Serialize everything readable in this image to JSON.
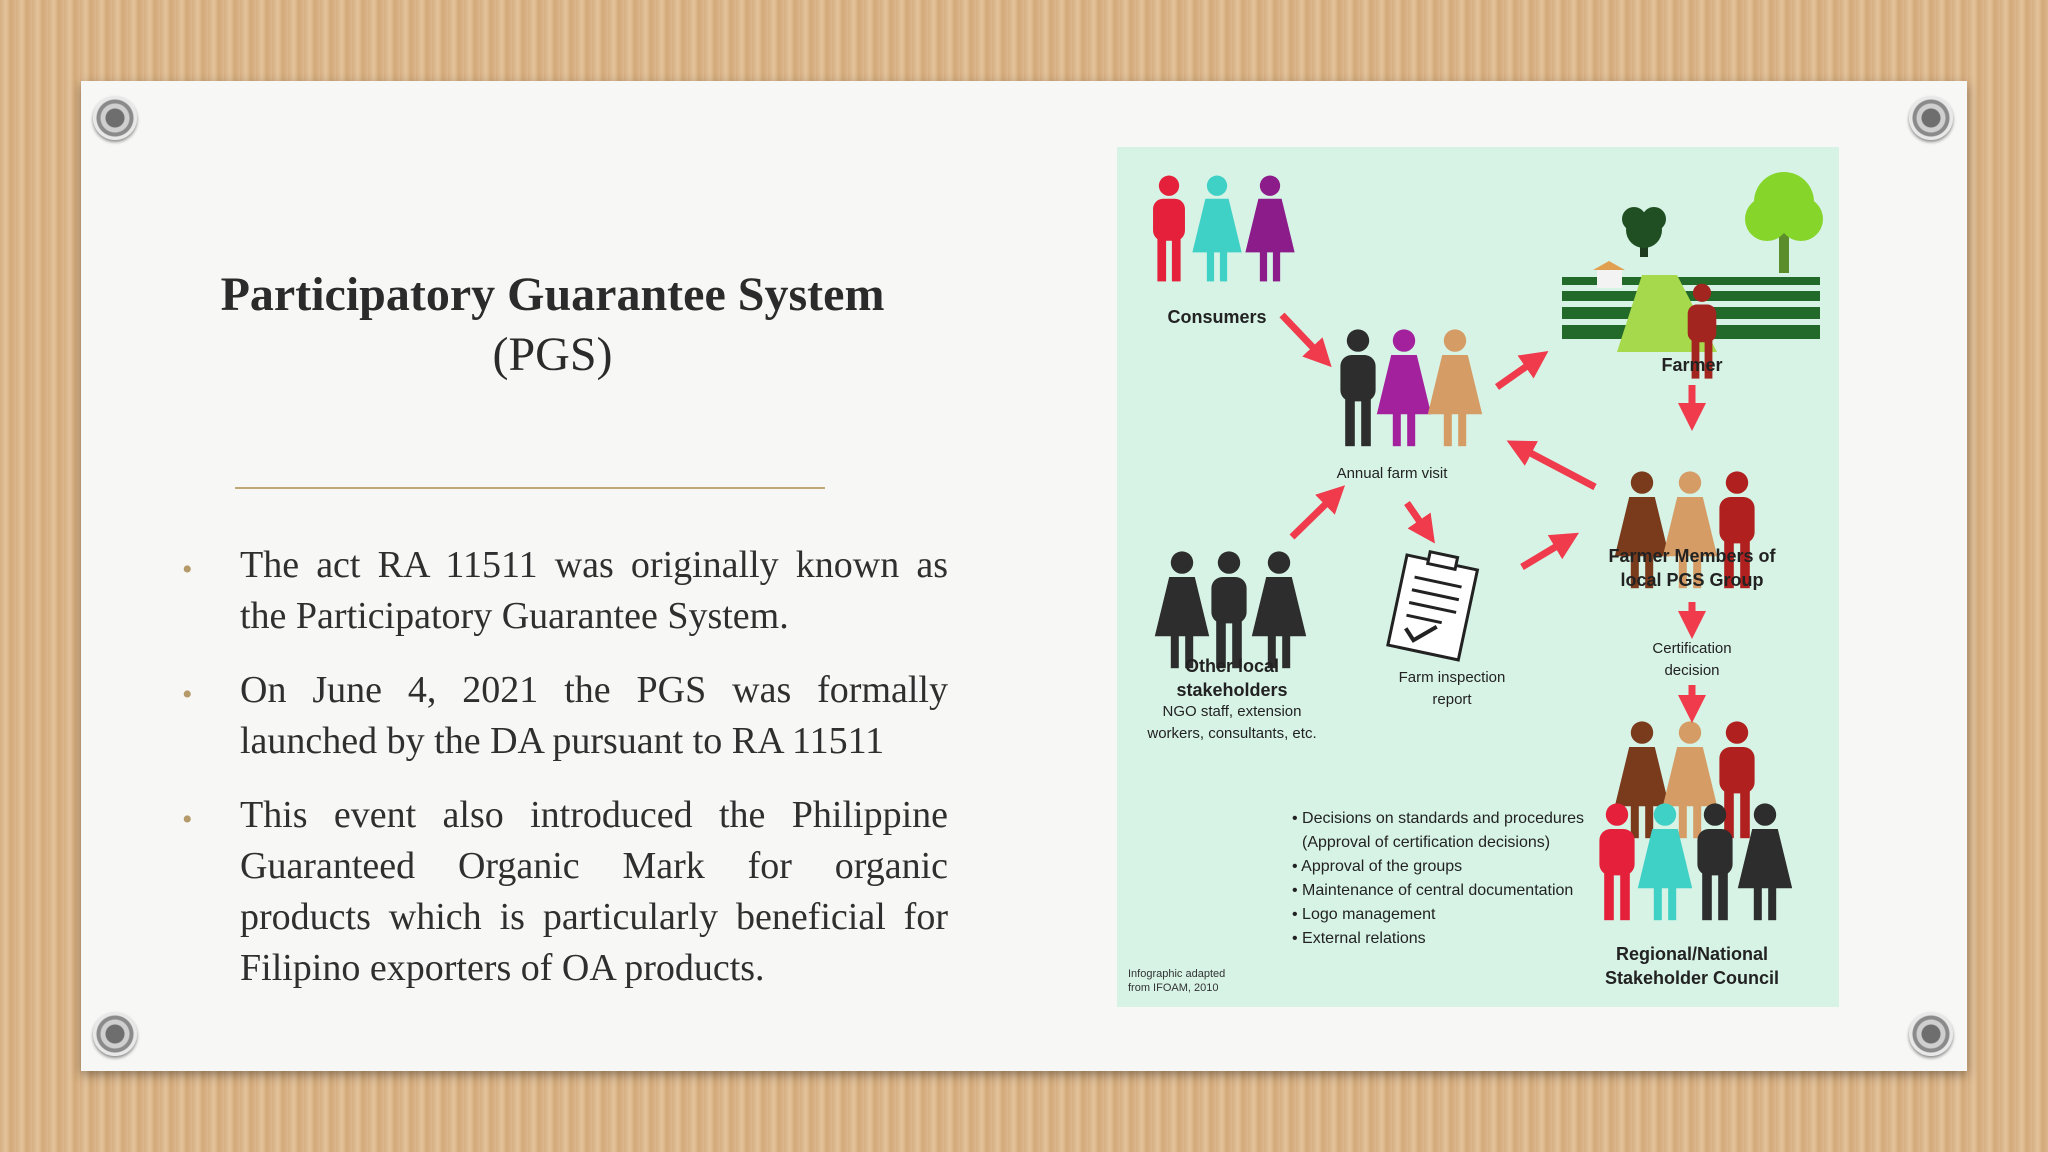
{
  "slide": {
    "title": "Participatory Guarantee System",
    "subtitle": "(PGS)",
    "bullets": [
      "The act RA 11511 was originally known as the Participatory Guarantee System.",
      "On June 4, 2021 the PGS was formally launched by the DA pursuant to RA 11511",
      "This event also introduced the Philippine Guaranteed Organic Mark for organic products which is particularly beneficial for Filipino exporters of OA products."
    ]
  },
  "infographic": {
    "consumers": "Consumers",
    "farmer": "Farmer",
    "annual_visit": "Annual farm visit",
    "members_line1": "Farmer Members of",
    "members_line2": "local PGS Group",
    "other_line1": "Other local",
    "other_line2": "stakeholders",
    "other_sub1": "NGO staff, extension",
    "other_sub2": "workers, consultants, etc.",
    "report_line1": "Farm inspection",
    "report_line2": "report",
    "decision_line1": "Certification",
    "decision_line2": "decision",
    "council_line1": "Regional/National",
    "council_line2": "Stakeholder Council",
    "tasks": [
      "• Decisions on standards and procedures",
      "  (Approval of certification decisions)",
      "• Approval of the groups",
      "• Maintenance of central documentation",
      "• Logo management",
      "• External relations"
    ],
    "credit_line1": "Infographic adapted",
    "credit_line2": "from IFOAM, 2010"
  },
  "colors": {
    "accent_rule": "#c2a878",
    "infographic_bg": "#d7f3e6",
    "arrow": "#ef3b4c"
  }
}
